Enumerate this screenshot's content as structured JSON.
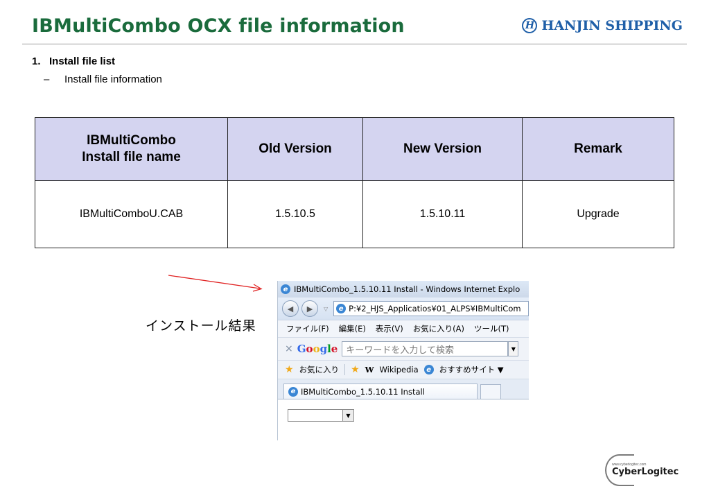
{
  "header": {
    "title": "IBMultiCombo OCX file information",
    "brand": "HANJIN SHIPPING",
    "brand_logo": "H"
  },
  "section": {
    "number_title": "1.   Install file list",
    "dash": "–",
    "subtitle": "Install file information"
  },
  "table": {
    "headers": [
      "IBMultiCombo Install file name",
      "Old Version",
      "New Version",
      "Remark"
    ],
    "header0_line1": "IBMultiCombo",
    "header0_line2": "Install file name",
    "rows": [
      [
        "IBMultiComboU.CAB",
        "1.5.10.5",
        "1.5.10.11",
        "Upgrade"
      ]
    ]
  },
  "annotation": {
    "label": "インストール結果",
    "arrow_color": "#e02020"
  },
  "browser": {
    "window_title": "IBMultiCombo_1.5.10.11 Install - Windows Internet Explo",
    "address": "P:¥2_HJS_Applicatios¥01_ALPS¥IBMultiCom",
    "menu": [
      "ファイル(F)",
      "編集(E)",
      "表示(V)",
      "お気に入り(A)",
      "ツール(T)"
    ],
    "search_placeholder": "キーワードを入力して検索",
    "favorites": "お気に入り",
    "fav_links": [
      "Wikipedia",
      "おすすめサイト ▼"
    ],
    "tab_title": "IBMultiCombo_1.5.10.11 Install"
  },
  "footer": {
    "company": "CyberLogitec",
    "company_small": "www.cyberlogitec.com"
  },
  "colors": {
    "title": "#1a6b3c",
    "brand": "#1f5fa8",
    "table_header_bg": "#d4d4f0"
  }
}
